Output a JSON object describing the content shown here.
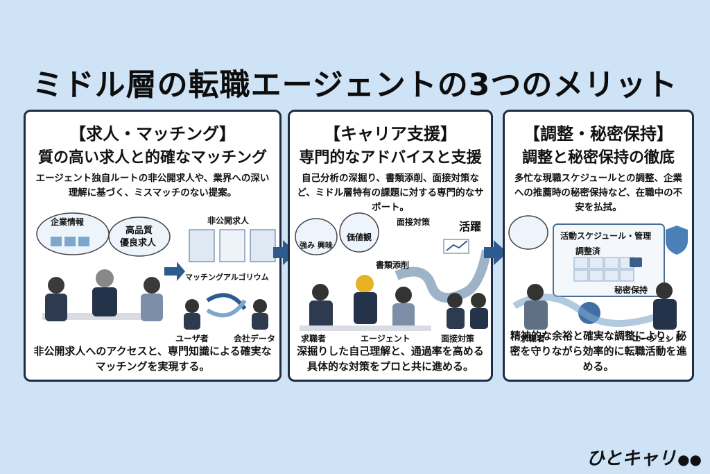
{
  "title": "ミドル層の転職エージェントの3つのメリット",
  "panels": [
    {
      "heading": "【求人・マッチング】",
      "subheading": "質の高い求人と的確なマッチング",
      "description": "エージェント独自ルートの非公開求人や、業界への深い理解に基づく、ミスマッチのない提案。",
      "labels": {
        "company_info": "企業情報",
        "quality_jobs_1": "高品質",
        "quality_jobs_2": "優良求人",
        "hidden_jobs": "非公開求人",
        "algorithm": "マッチングアルゴリウム",
        "user": "ユーザ者",
        "company_data": "会社データ"
      },
      "footer": "非公開求人へのアクセスと、専門知識による確実なマッチングを実現する。"
    },
    {
      "heading": "【キャリア支援】",
      "subheading": "専門的なアドバイスと支援",
      "description": "自己分析の深掘り、書類添削、面接対策など、ミドル層特有の課題に対する専門的なサポート。",
      "labels": {
        "strength": "強み 興味",
        "values": "価値観",
        "interview": "面接対策",
        "success": "活躍",
        "resume": "書類添削",
        "job_seeker": "求職者",
        "agent": "エージェント",
        "interview2": "面接対策"
      },
      "footer": "深掘りした自己理解と、通過率を高める具体的な対策をプロと共に進める。"
    },
    {
      "heading": "【調整・秘密保持】",
      "subheading": "調整と秘密保持の徹底",
      "description": "多忙な現職スケジュールとの調整、企業への推薦時の秘密保持など、在職中の不安を払拭。",
      "labels": {
        "schedule": "活動スケジュール・管理",
        "adjusted": "調整済",
        "secret": "秘密保持",
        "job_seeker": "求職者",
        "agent": "エージェント"
      },
      "footer": "精神的な余裕と確実な調整により、秘密を守りながら効率的に転職活動を進める。"
    }
  ],
  "logo": "ひとキャリ",
  "colors": {
    "background": "#cfe3f7",
    "panel_border": "#1f2b44",
    "accent": "#2e5b8e"
  }
}
